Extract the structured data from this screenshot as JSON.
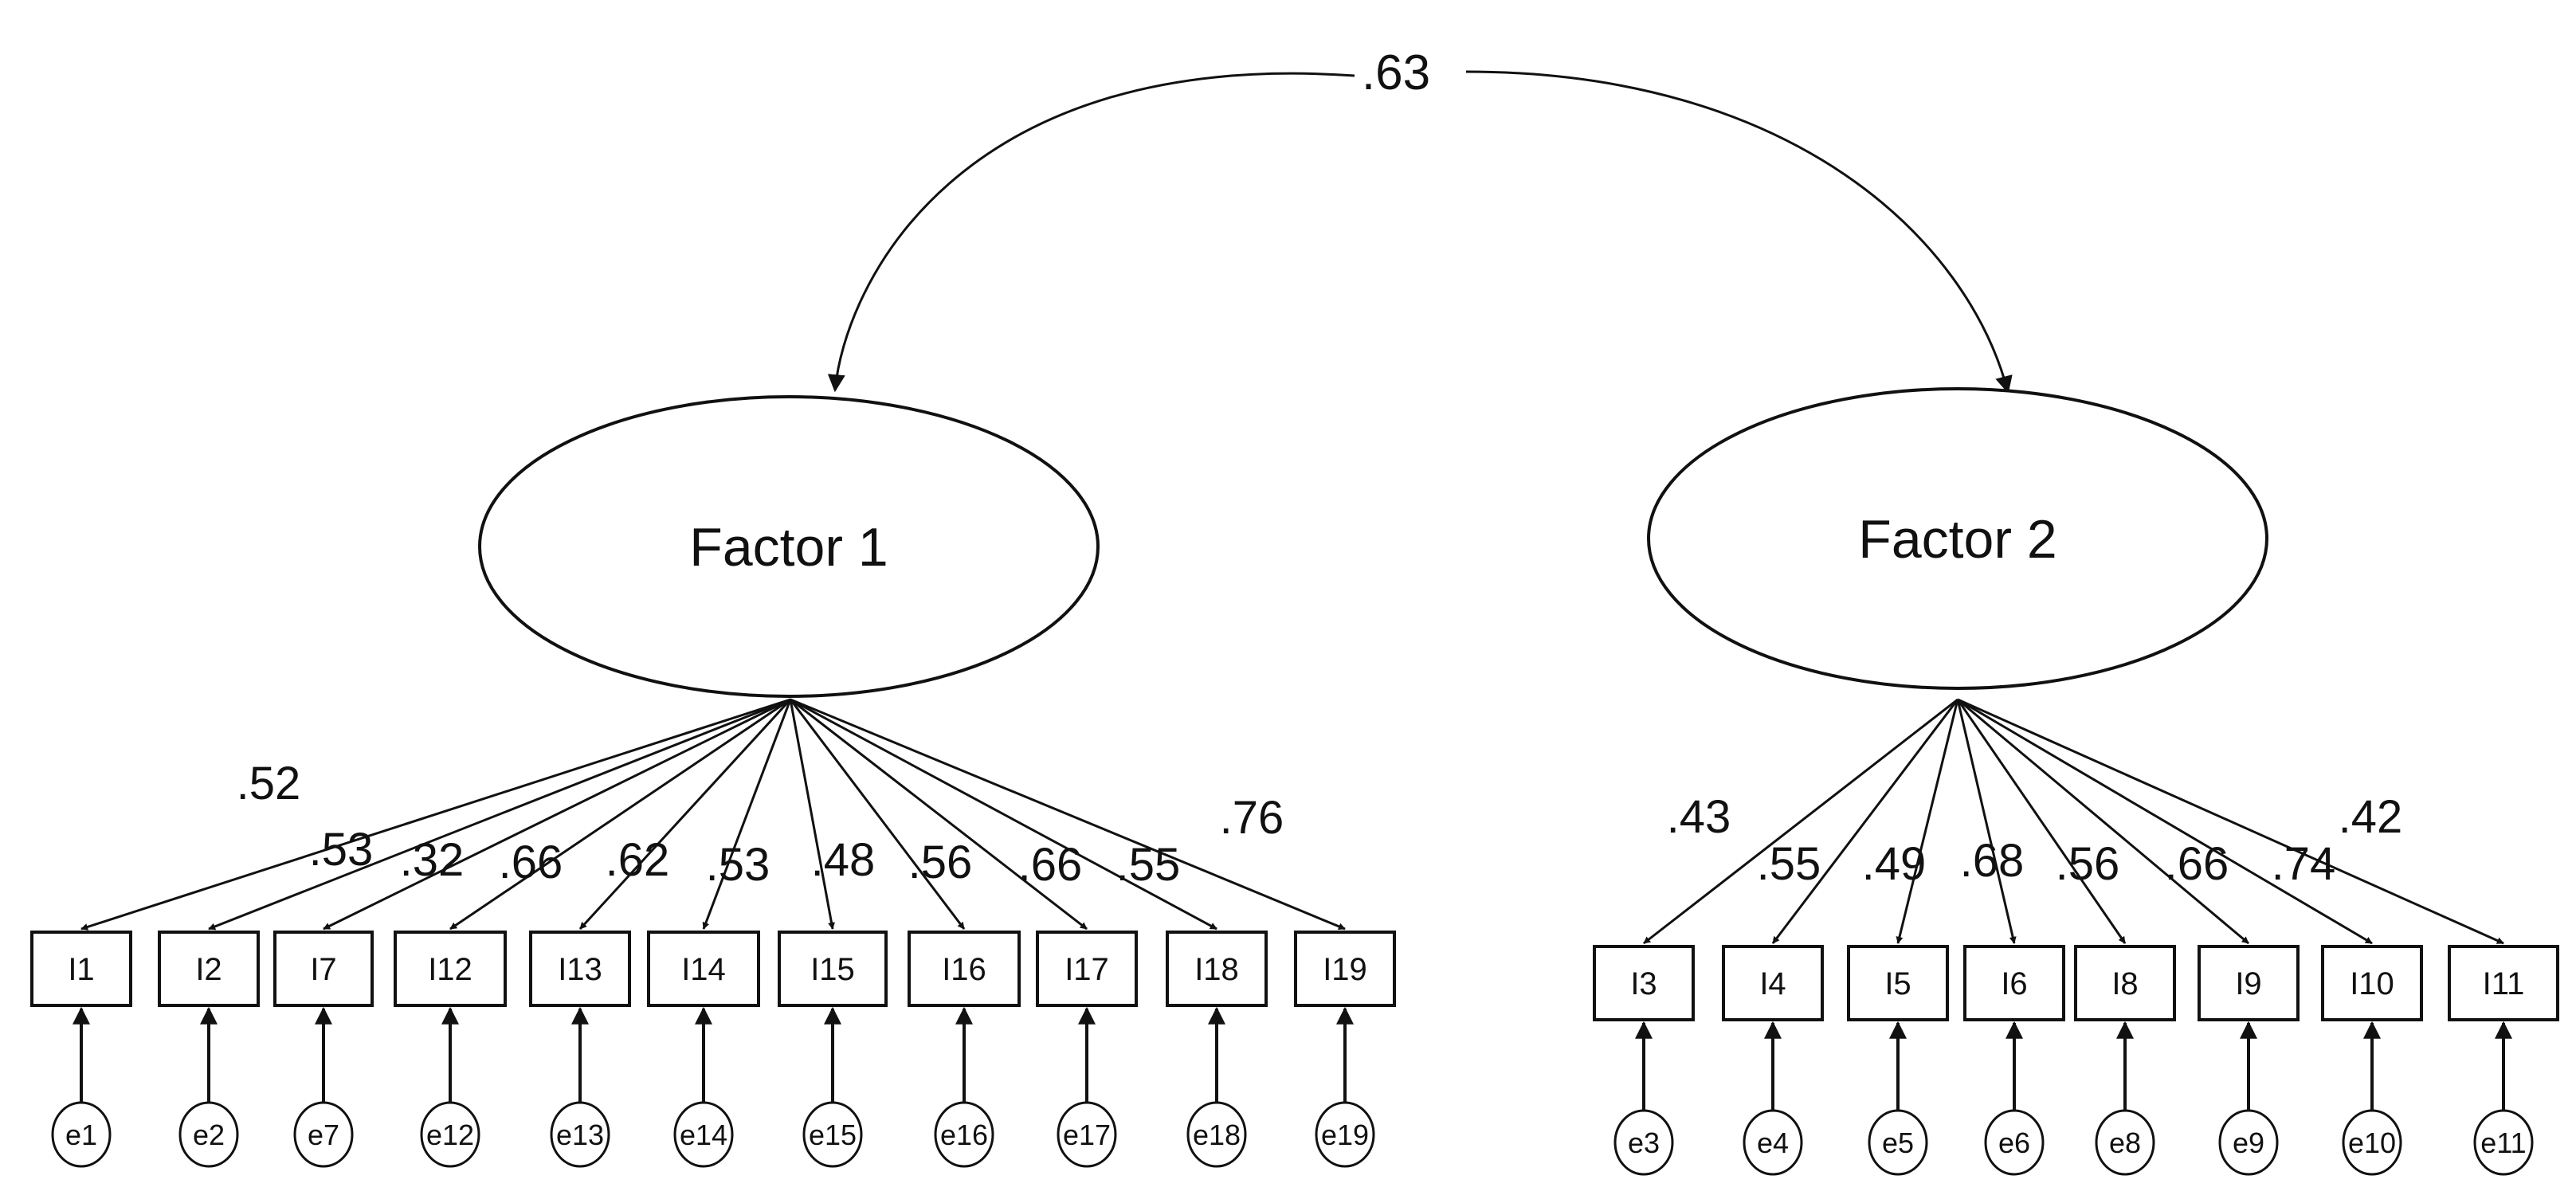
{
  "correlation": ".63",
  "factors": [
    {
      "label": "Factor 1",
      "indicators": [
        {
          "item": "I1",
          "error": "e1",
          "loading": ".52"
        },
        {
          "item": "I2",
          "error": "e2",
          "loading": ".53"
        },
        {
          "item": "I7",
          "error": "e7",
          "loading": ".32"
        },
        {
          "item": "I12",
          "error": "e12",
          "loading": ".66"
        },
        {
          "item": "I13",
          "error": "e13",
          "loading": ".62"
        },
        {
          "item": "I14",
          "error": "e14",
          "loading": ".53"
        },
        {
          "item": "I15",
          "error": "e15",
          "loading": ".48"
        },
        {
          "item": "I16",
          "error": "e16",
          "loading": ".56"
        },
        {
          "item": "I17",
          "error": "e17",
          "loading": ".66"
        },
        {
          "item": "I18",
          "error": "e18",
          "loading": ".55"
        },
        {
          "item": "I19",
          "error": "e19",
          "loading": ".76"
        }
      ]
    },
    {
      "label": "Factor 2",
      "indicators": [
        {
          "item": "I3",
          "error": "e3",
          "loading": ".43"
        },
        {
          "item": "I4",
          "error": "e4",
          "loading": ".55"
        },
        {
          "item": "I5",
          "error": "e5",
          "loading": ".49"
        },
        {
          "item": "I6",
          "error": "e6",
          "loading": ".68"
        },
        {
          "item": "I8",
          "error": "e8",
          "loading": ".56"
        },
        {
          "item": "I9",
          "error": "e9",
          "loading": ".66"
        },
        {
          "item": "I10",
          "error": "e10",
          "loading": ".74"
        },
        {
          "item": "I11",
          "error": "e11",
          "loading": ".42"
        }
      ]
    }
  ]
}
